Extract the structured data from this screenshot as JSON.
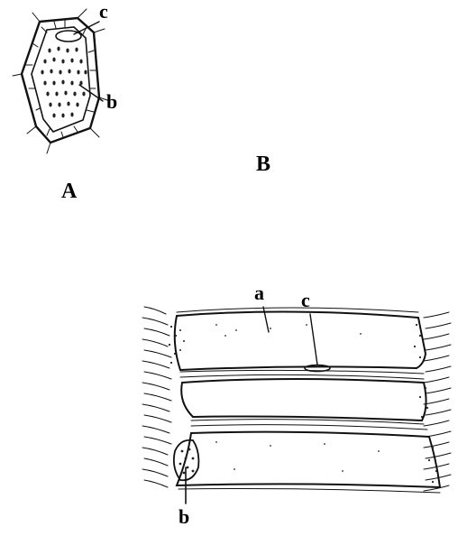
{
  "figure_a": {
    "label": "A",
    "parts": {
      "c": "c",
      "b": "b"
    }
  },
  "figure_b": {
    "label": "B",
    "parts": {
      "a": "a",
      "c": "c",
      "b": "b"
    }
  }
}
